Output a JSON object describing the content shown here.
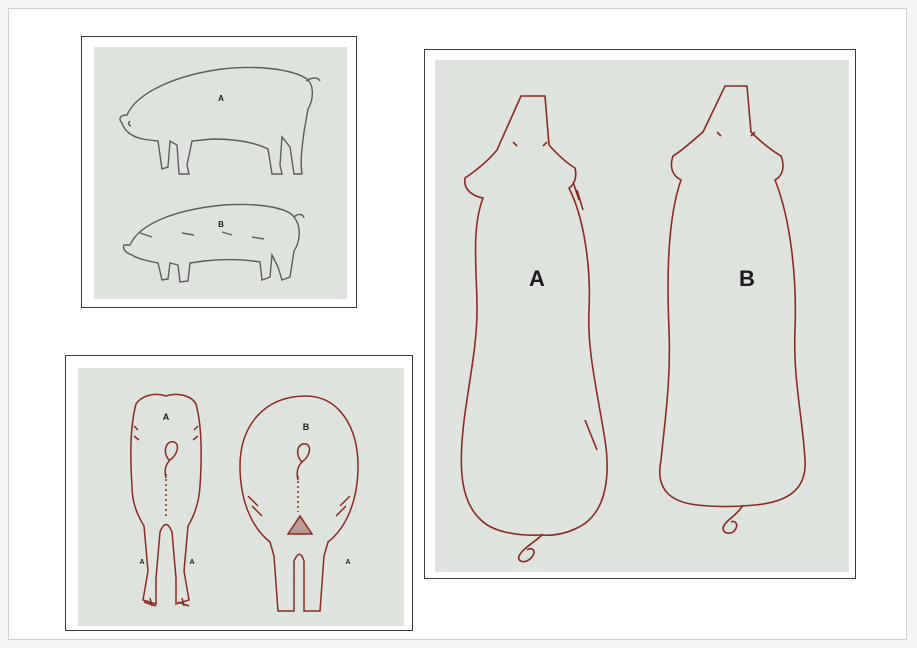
{
  "panels": {
    "side_view": {
      "label_a": "A",
      "label_b": "B"
    },
    "rear_view": {
      "label_a": "A",
      "label_b": "B",
      "hock_a_left": "A",
      "hock_a_right": "A",
      "hock_b": "A"
    },
    "top_view": {
      "label_a": "A",
      "label_b": "B"
    }
  },
  "colors": {
    "outline": "#8a2a22",
    "sketch": "#5b5b5b",
    "panel_bg": "#dfe3dd"
  }
}
